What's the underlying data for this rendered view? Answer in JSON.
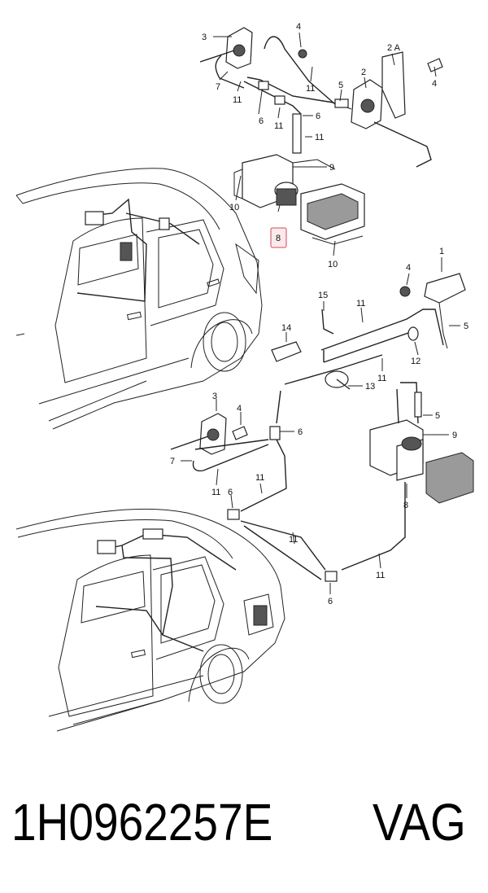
{
  "diagram": {
    "callouts": {
      "c1": "1",
      "c2": "2",
      "c2A": "2 A",
      "c3": "3",
      "c3b": "3",
      "c4a": "4",
      "c4b": "4",
      "c4c": "4",
      "c4d": "4",
      "c5a": "5",
      "c5b": "5",
      "c5c": "5",
      "c6a": "6",
      "c6b": "6",
      "c6c": "6",
      "c6d": "6",
      "c6e": "6",
      "c7a": "7",
      "c7b": "7",
      "c8a": "8",
      "c8b": "8",
      "c9a": "9",
      "c9b": "9",
      "c10a": "10",
      "c10b": "10",
      "c11a": "11",
      "c11b": "11",
      "c11c": "11",
      "c11d": "11",
      "c11e": "11",
      "c11f": "11",
      "c11g": "11",
      "c11h": "11",
      "c11i": "11",
      "c11j": "11",
      "c12": "12",
      "c13": "13",
      "c14": "14",
      "c15": "15"
    },
    "highlight_color": "#d24a5a"
  },
  "footer": {
    "part_number": "1H0962257E",
    "brand": "VAG"
  }
}
